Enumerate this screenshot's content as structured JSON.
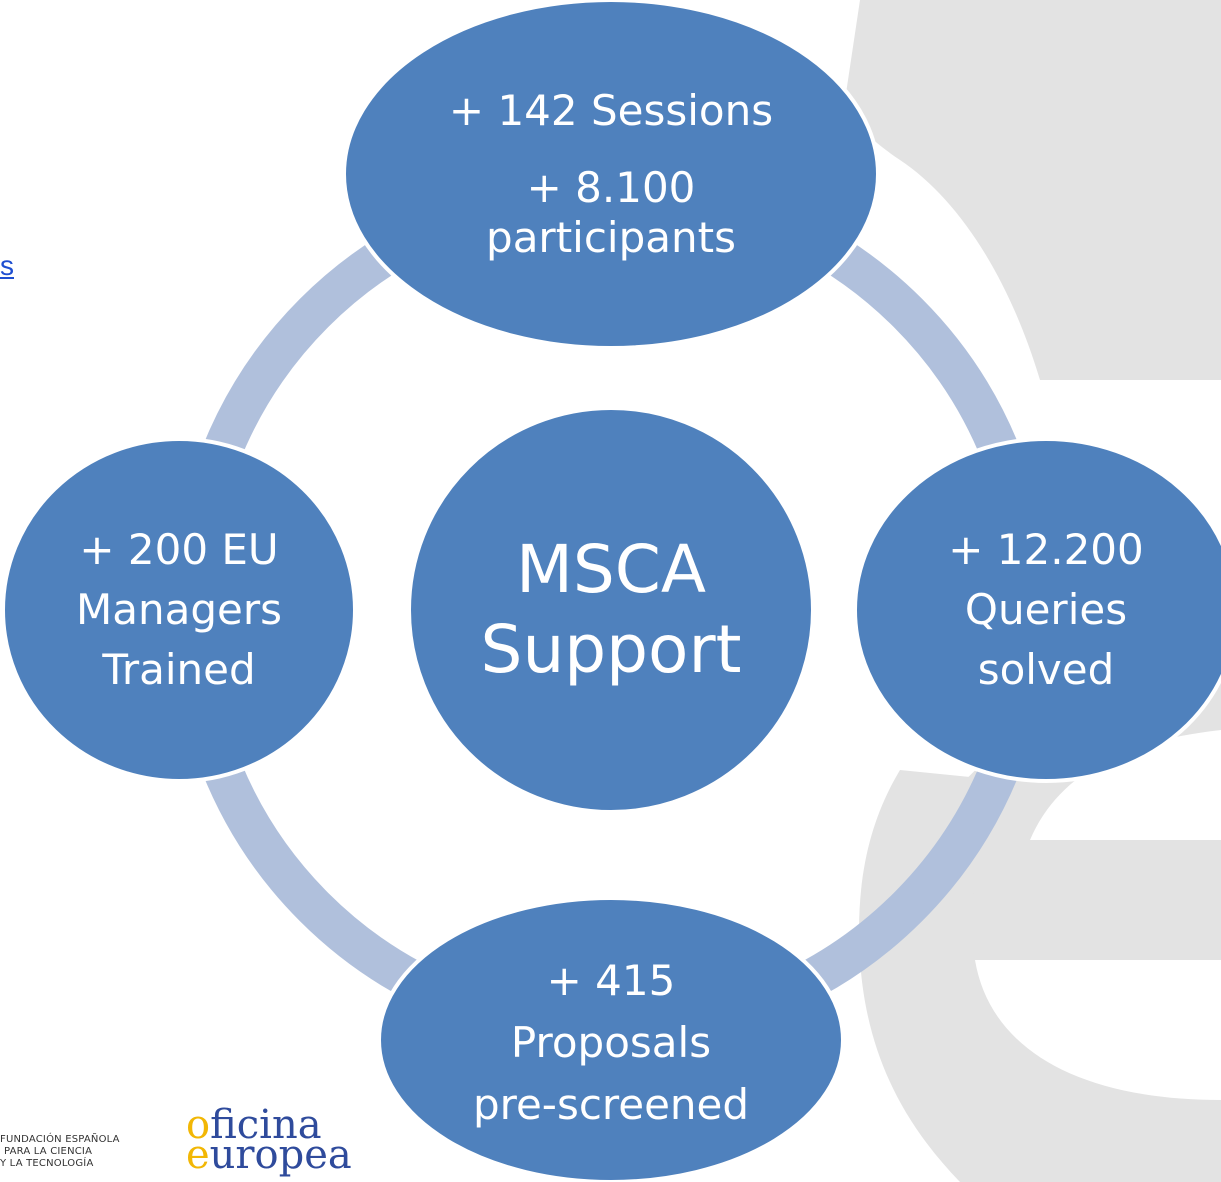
{
  "diagram": {
    "center": {
      "lines": [
        "MSCA",
        "Support"
      ]
    },
    "nodes": {
      "top": {
        "lines": [
          "+ 142 Sessions",
          "+ 8.100",
          "participants"
        ]
      },
      "right": {
        "lines": [
          "+ 12.200",
          "Queries",
          "solved"
        ]
      },
      "bottom": {
        "lines": [
          "+ 415",
          "Proposals",
          "pre-screened"
        ]
      },
      "left": {
        "lines": [
          "+ 200 EU",
          "Managers",
          "Trained"
        ]
      }
    }
  },
  "cut_link_text": "s",
  "footer": {
    "fecyt_lines": [
      "FUNDACIÓN ESPAÑOLA",
      "PARA LA CIENCIA",
      "Y LA TECNOLOGÍA"
    ],
    "logo_line1": {
      "cap": "o",
      "rest": "ficina"
    },
    "logo_line2": {
      "cap": "e",
      "rest": "uropea"
    }
  },
  "colors": {
    "node_fill": "#4f81bd",
    "node_stroke": "#ffffff",
    "ring": "#b0c0dc",
    "watermark": "#e3e3e3"
  }
}
